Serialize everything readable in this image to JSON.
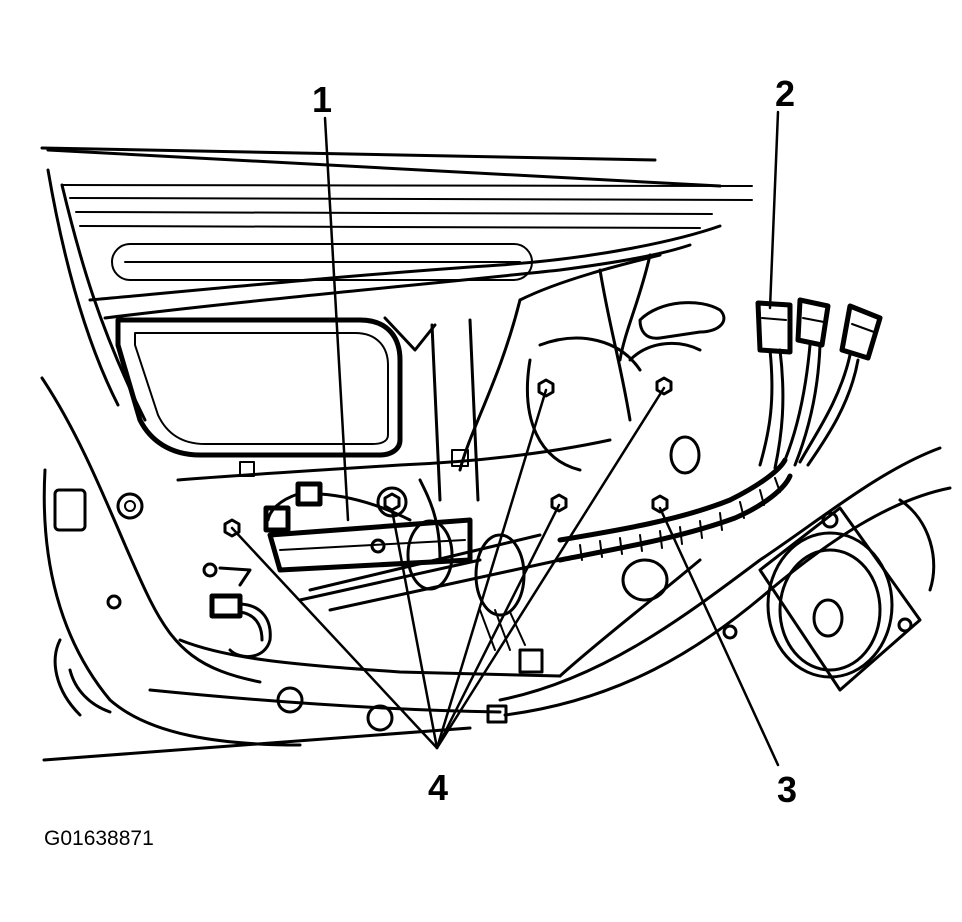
{
  "callouts": {
    "c1": "1",
    "c2": "2",
    "c3": "3",
    "c4": "4"
  },
  "figure_id": "G01638871"
}
